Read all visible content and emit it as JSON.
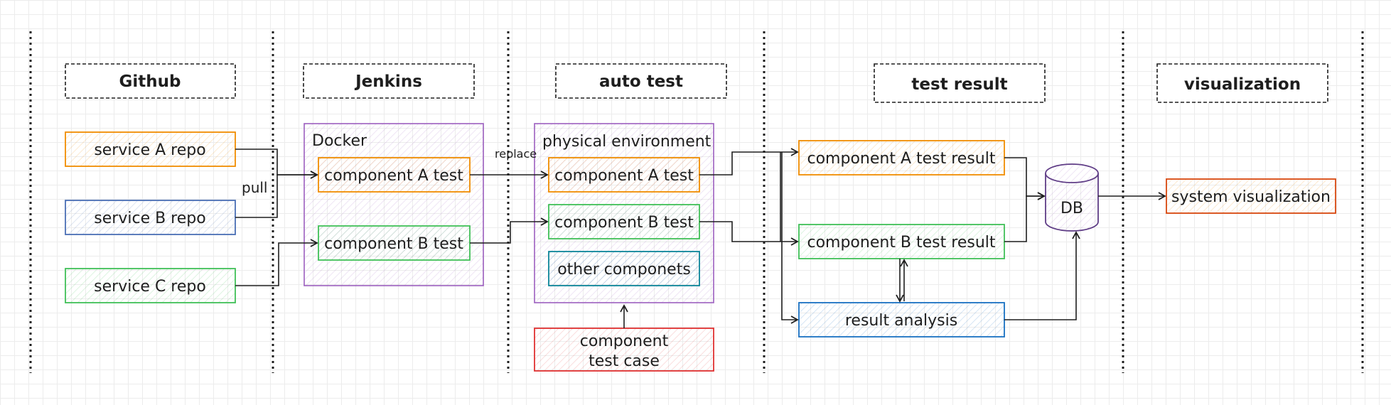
{
  "lanes": {
    "github": "Github",
    "jenkins": "Jenkins",
    "auto_test": "auto test",
    "test_result": "test result",
    "visualization": "visualization"
  },
  "github": {
    "repo_a": "service A repo",
    "repo_b": "service B repo",
    "repo_c": "service C repo"
  },
  "jenkins": {
    "container": "Docker",
    "comp_a": "component A test",
    "comp_b": "component B test"
  },
  "auto_test": {
    "container": "physical environment",
    "comp_a": "component A test",
    "comp_b": "component B test",
    "other": "other componets",
    "test_case_line1": "component",
    "test_case_line2": "test case"
  },
  "test_result": {
    "result_a": "component A test result",
    "result_b": "component B test result",
    "analysis": "result analysis",
    "db": "DB"
  },
  "visualization": {
    "system": "system visualization"
  },
  "edge_labels": {
    "pull": "pull",
    "replace": "replace"
  },
  "colors": {
    "orange": "#f08c00",
    "blue": "#4a6fb5",
    "green": "#40c057",
    "purple": "#9c5fbf",
    "teal": "#0c8599",
    "red": "#e03131",
    "steel_blue": "#1971c2",
    "dark": "#1e1e1e"
  }
}
